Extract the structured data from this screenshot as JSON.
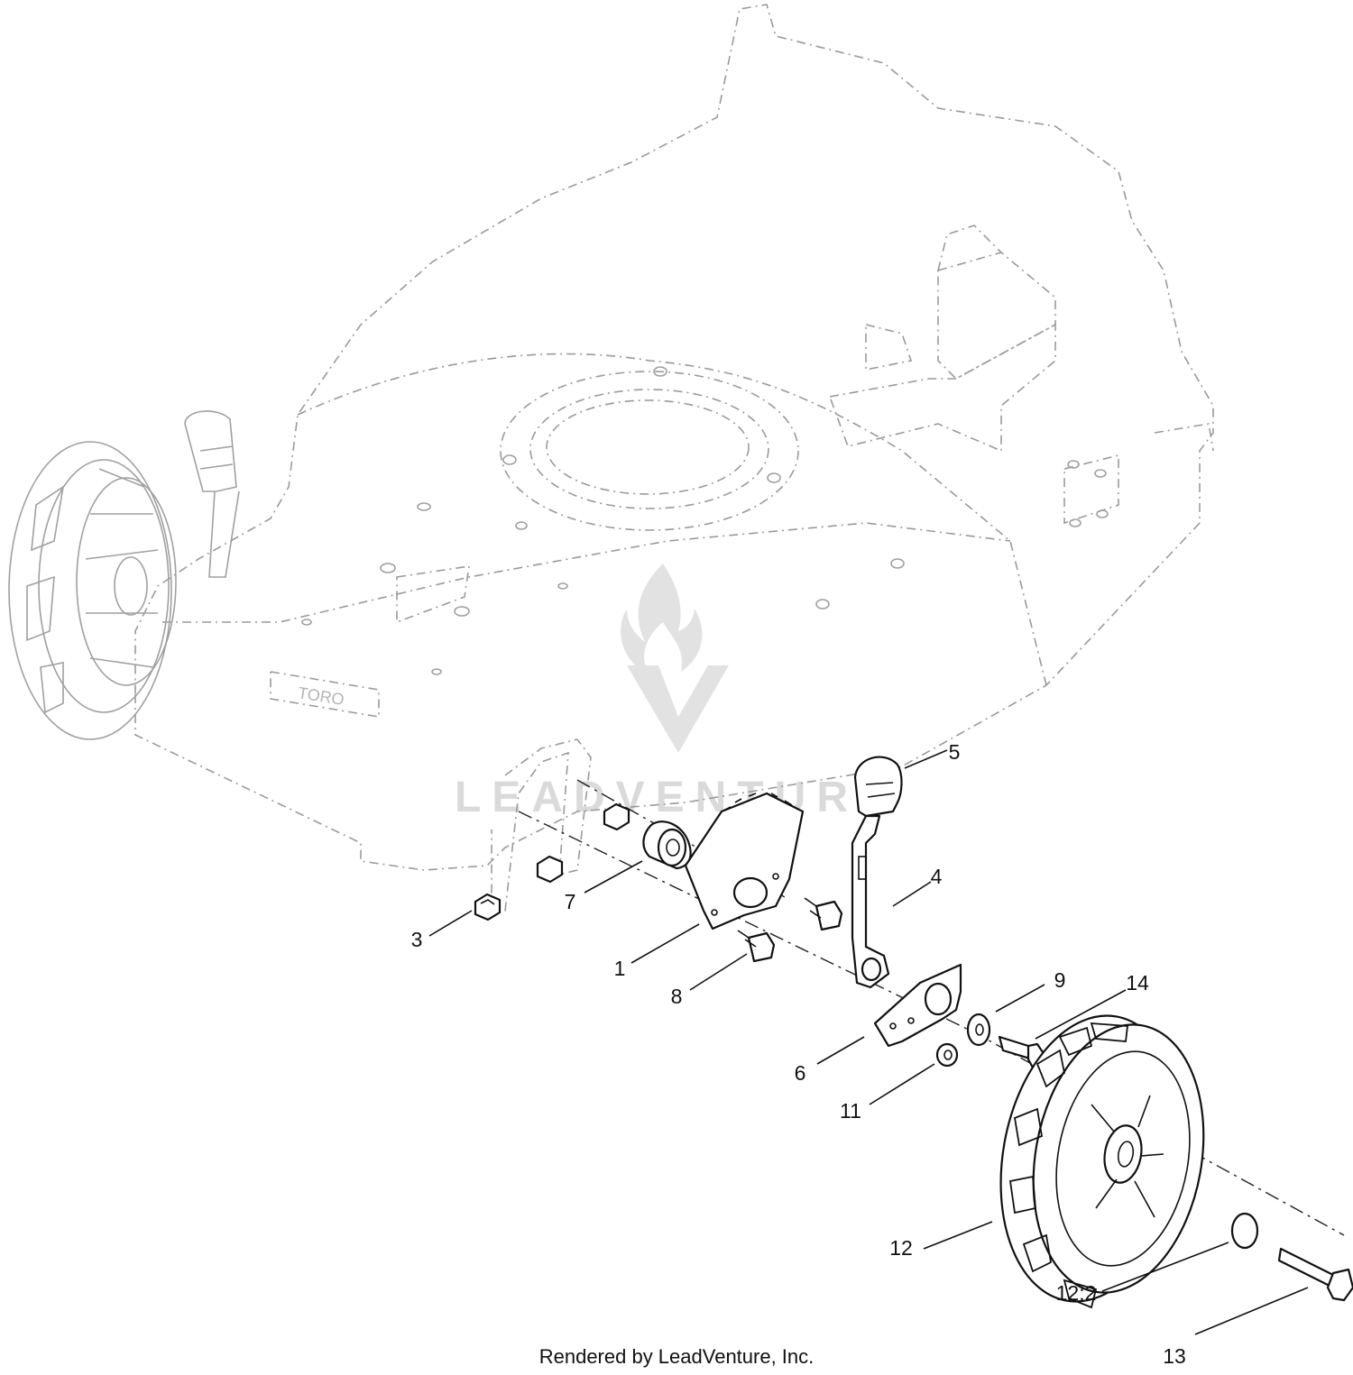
{
  "watermark": {
    "brand_text": "LEADVENTURE"
  },
  "deck_logo_text": "TORO",
  "footer": {
    "credit": "Rendered by LeadVenture, Inc."
  },
  "callouts": {
    "c1": "1",
    "c3": "3",
    "c4": "4",
    "c5": "5",
    "c6": "6",
    "c7": "7",
    "c8": "8",
    "c9": "9",
    "c11": "11",
    "c12": "12",
    "c12_2": "12:2",
    "c13": "13",
    "c14": "14"
  }
}
